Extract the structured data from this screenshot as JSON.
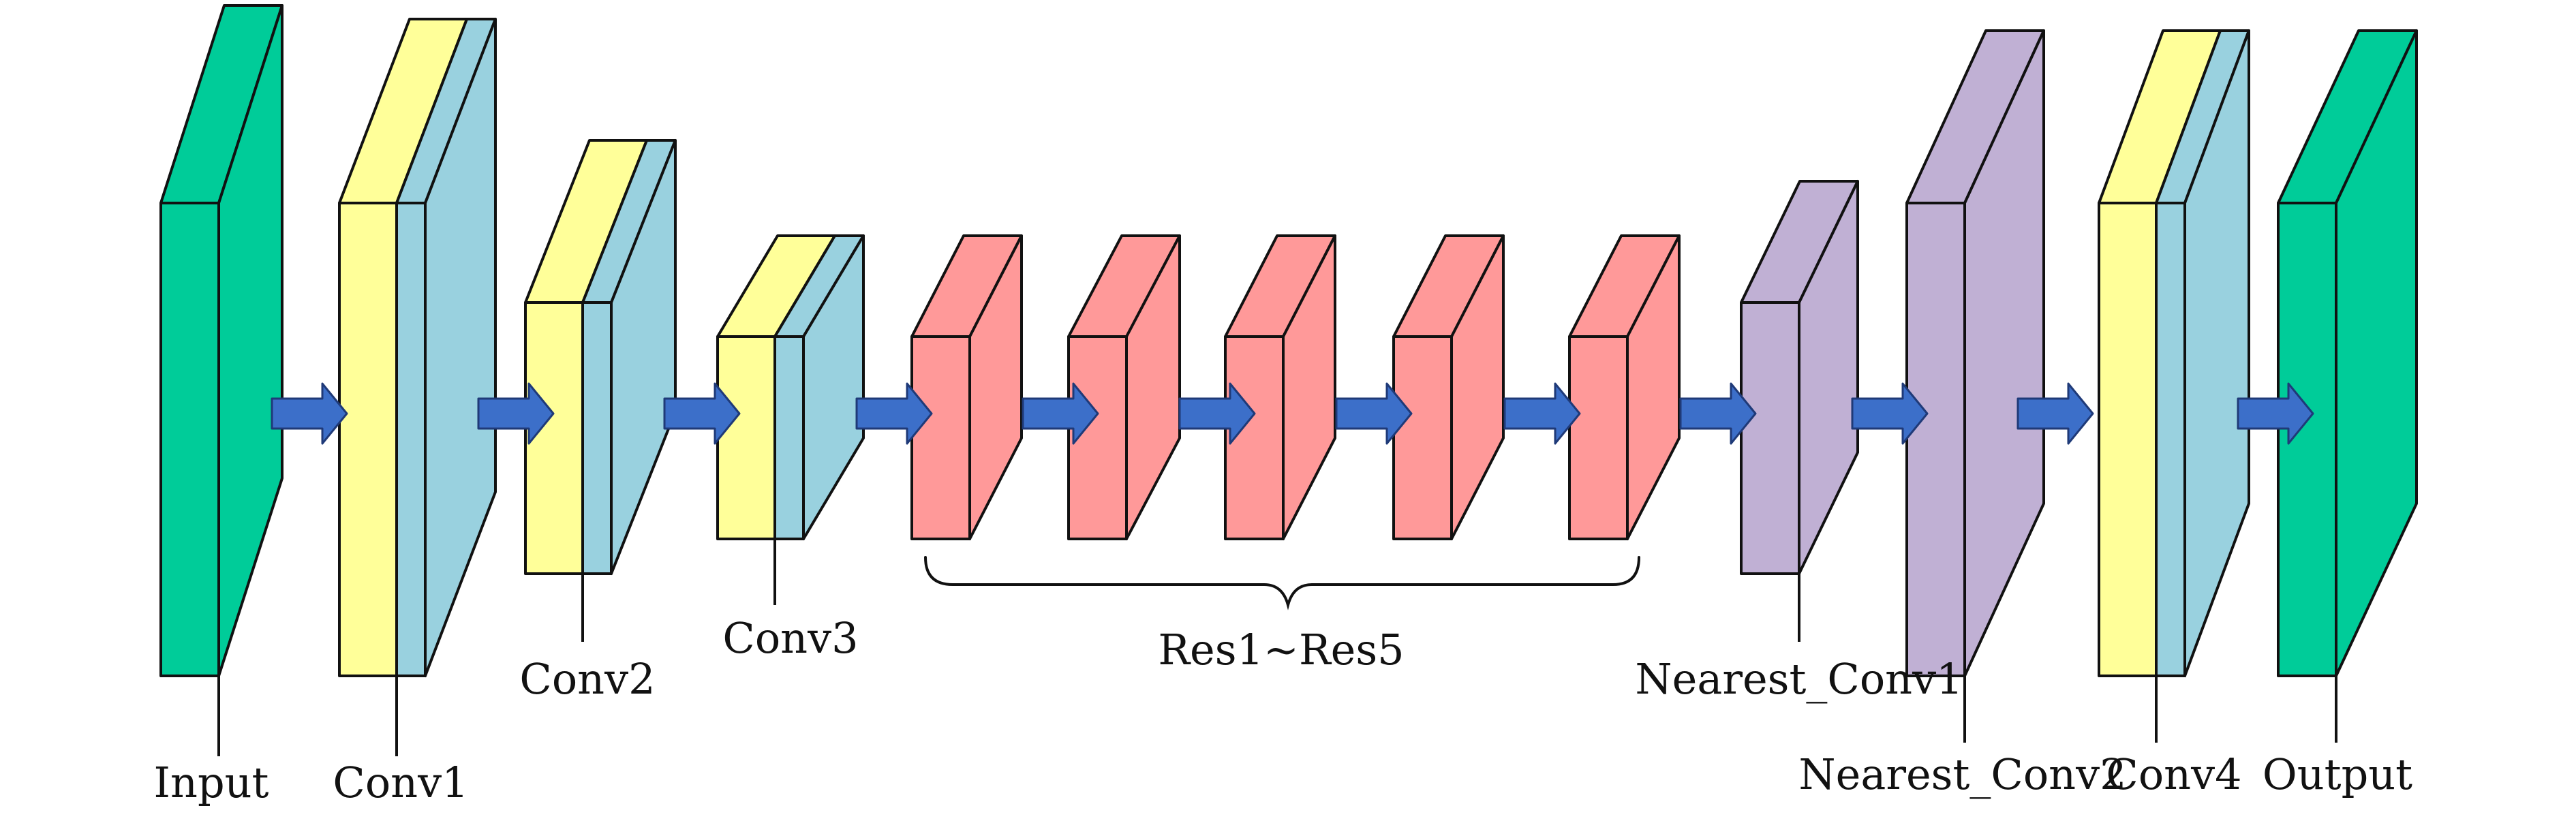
{
  "colors": {
    "green": "#00cc99",
    "yellow": "#ffff99",
    "cyan": "#99d1df",
    "red": "#ff9999",
    "purple": "#c0b0d4",
    "arrow": "#3c6fc9"
  },
  "layers": [
    {
      "name": "input",
      "label": "Input",
      "type": "plain",
      "color": "green"
    },
    {
      "name": "conv1",
      "label": "Conv1",
      "type": "conv"
    },
    {
      "name": "conv2",
      "label": "Conv2",
      "type": "conv"
    },
    {
      "name": "conv3",
      "label": "Conv3",
      "type": "conv"
    },
    {
      "name": "res1",
      "label": "",
      "type": "plain",
      "color": "red"
    },
    {
      "name": "res2",
      "label": "",
      "type": "plain",
      "color": "red"
    },
    {
      "name": "res3",
      "label": "",
      "type": "plain",
      "color": "red"
    },
    {
      "name": "res4",
      "label": "",
      "type": "plain",
      "color": "red"
    },
    {
      "name": "res5",
      "label": "",
      "type": "plain",
      "color": "red"
    },
    {
      "name": "nearest-conv1",
      "label": "Nearest_Conv1",
      "type": "plain",
      "color": "purple"
    },
    {
      "name": "nearest-conv2",
      "label": "Nearest_Conv2",
      "type": "plain",
      "color": "purple"
    },
    {
      "name": "conv4",
      "label": "Conv4",
      "type": "conv"
    },
    {
      "name": "output",
      "label": "Output",
      "type": "plain",
      "color": "green"
    }
  ],
  "res_group_label": "Res1~Res5"
}
